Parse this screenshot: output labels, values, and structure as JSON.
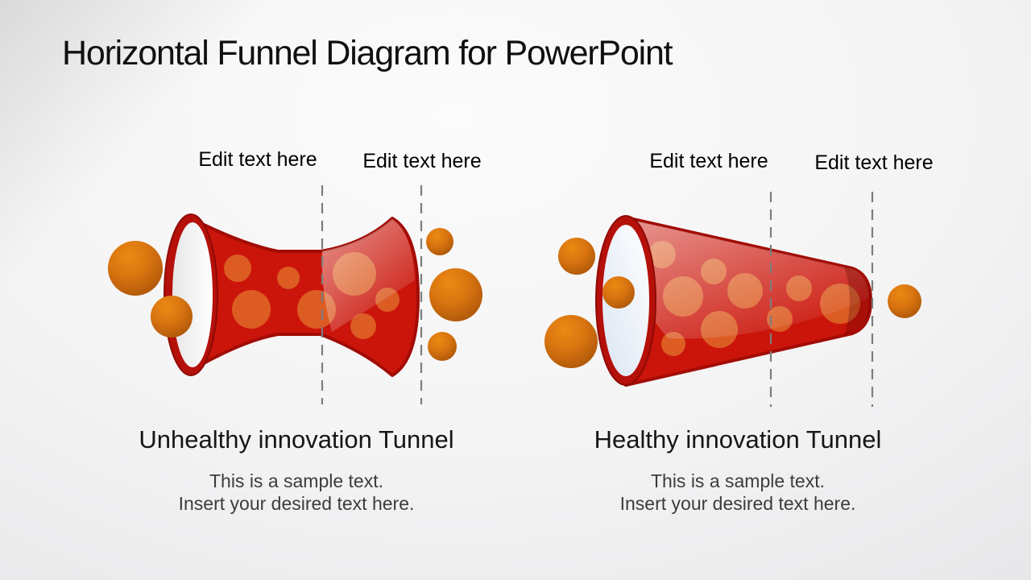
{
  "slide": {
    "title": "Horizontal Funnel Diagram for PowerPoint"
  },
  "colors": {
    "funnel_red": "#cb150a",
    "funnel_outline_red": "#a30c05",
    "funnel_rim_red": "#b5100a",
    "inner_dot_orange": "#dd6327",
    "ball_orange_light": "#ec8a12",
    "ball_orange_dark": "#aa5509",
    "dashed_line_gray": "#7d7d7d",
    "text_black": "#111111",
    "text_gray": "#3c3c3c",
    "background_gray": "#efeff1"
  },
  "diagrams": [
    {
      "name": "unhealthy-innovation-tunnel",
      "edit_labels": [
        "Edit text here",
        "Edit text here"
      ],
      "caption": "Unhealthy innovation Tunnel",
      "sample_text_line1": "This is a sample text.",
      "sample_text_line2": "Insert your desired text here."
    },
    {
      "name": "healthy-innovation-tunnel",
      "edit_labels": [
        "Edit text here",
        "Edit text here"
      ],
      "caption": "Healthy innovation Tunnel",
      "sample_text_line1": "This is a sample text.",
      "sample_text_line2": "Insert your desired text here."
    }
  ]
}
